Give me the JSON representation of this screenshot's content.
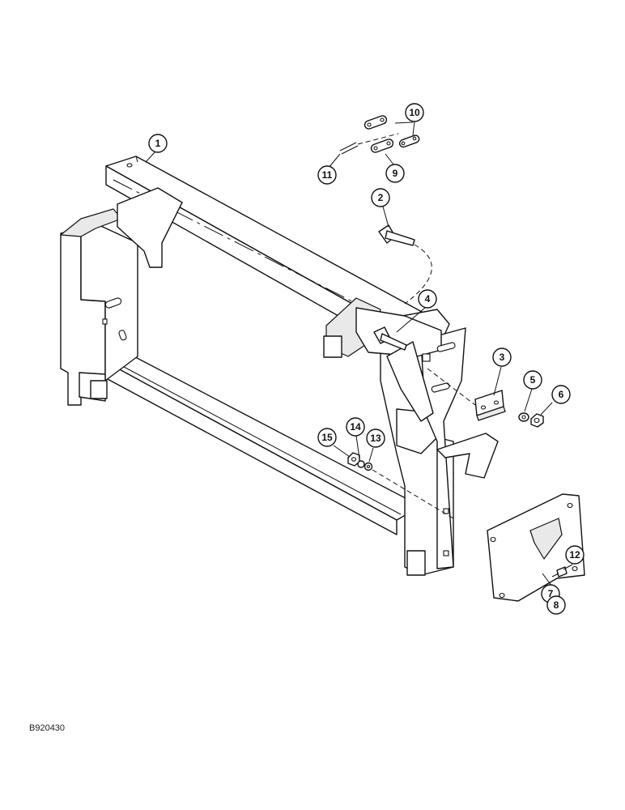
{
  "diagram": {
    "reference_code": "B920430",
    "callouts": [
      "1",
      "2",
      "3",
      "4",
      "5",
      "6",
      "7",
      "8",
      "9",
      "10",
      "11",
      "12",
      "13",
      "14",
      "15"
    ]
  },
  "colors": {
    "line": "#111111",
    "background": "#ffffff",
    "shade": "#e9e9e9"
  }
}
